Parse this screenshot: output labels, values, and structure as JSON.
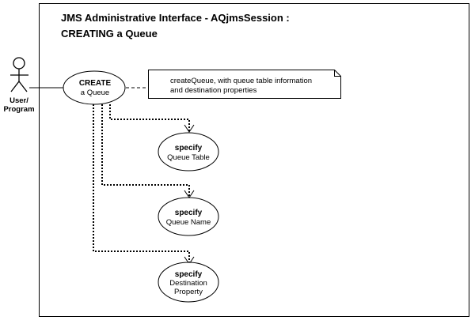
{
  "title": {
    "line1": "JMS Administrative Interface  -  AQjmsSession :",
    "line2": "CREATING a Queue"
  },
  "actor": {
    "label_line1": "User/",
    "label_line2": "Program"
  },
  "main_use_case": {
    "line1": "CREATE",
    "line2": "a Queue"
  },
  "note": {
    "line1": "createQueue, with queue table information",
    "line2": "and destination properties"
  },
  "sub_use_cases": [
    {
      "line1": "specify",
      "line2": "Queue Table",
      "line3": ""
    },
    {
      "line1": "specify",
      "line2": "Queue Name",
      "line3": ""
    },
    {
      "line1": "specify",
      "line2": "Destination",
      "line3": "Property"
    }
  ]
}
